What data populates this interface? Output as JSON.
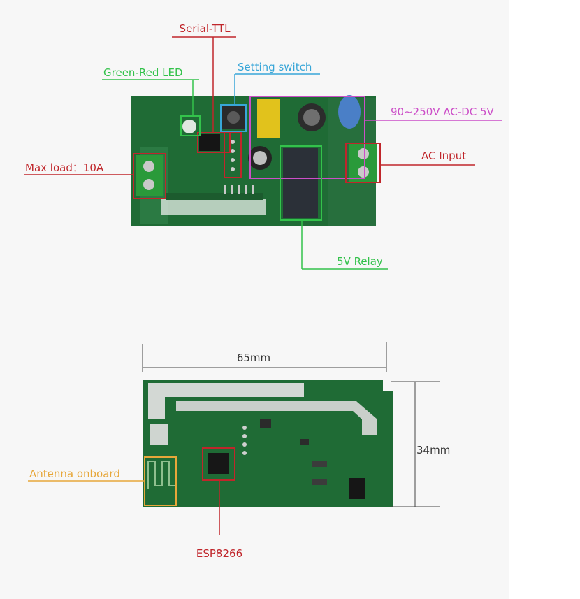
{
  "colors": {
    "red": "#c0262b",
    "green": "#33c24b",
    "blue": "#38a6d8",
    "magenta": "#cc4fc8",
    "orange": "#e7a73a",
    "board": "#1f6b35",
    "board_light": "#2f8a48",
    "dimension": "#444444"
  },
  "top_board": {
    "labels": {
      "serial_ttl": "Serial-TTL",
      "green_red_led": "Green-Red LED",
      "setting_switch": "Setting switch",
      "power_supply": "90~250V AC-DC 5V",
      "ac_input": "AC Input",
      "max_load": "Max load：10A",
      "relay": "5V Relay"
    }
  },
  "bottom_board": {
    "labels": {
      "antenna": "Antenna onboard",
      "esp8266": "ESP8266"
    },
    "dimensions": {
      "width": "65mm",
      "height": "34mm"
    }
  }
}
